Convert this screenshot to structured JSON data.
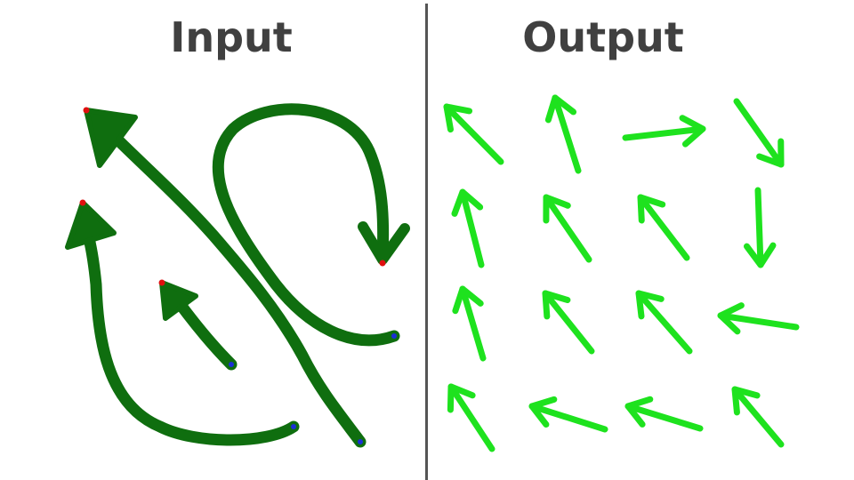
{
  "titles": {
    "input": "Input",
    "output": "Output"
  },
  "colors": {
    "title_text": "#404040",
    "divider": "#555555",
    "input_stroke": "#0f6e0f",
    "output_stroke": "#1ee21e",
    "start_dot": "#e01010",
    "end_dot": "#1a2fd6"
  },
  "input_panel": {
    "description_strokes": [
      {
        "name": "long-diagonal-arrow",
        "head": "up-left",
        "has_start_dot": true,
        "has_end_dot": true
      },
      {
        "name": "curved-left-arrow",
        "head": "up",
        "has_start_dot": true,
        "has_end_dot": true
      },
      {
        "name": "short-diagonal-arrow",
        "head": "up-left",
        "has_start_dot": true,
        "has_end_dot": true
      },
      {
        "name": "hook-arrow",
        "head": "down",
        "has_start_dot": true,
        "has_end_dot": true
      }
    ]
  },
  "output_panel": {
    "grid_rows": 4,
    "grid_cols": 4,
    "arrow_directions": [
      [
        "up-left",
        "up",
        "right",
        "down-right"
      ],
      [
        "up",
        "up-left",
        "up-left",
        "down"
      ],
      [
        "up",
        "up-left",
        "up-left",
        "left"
      ],
      [
        "up-left",
        "left",
        "left",
        "up-left"
      ]
    ]
  }
}
